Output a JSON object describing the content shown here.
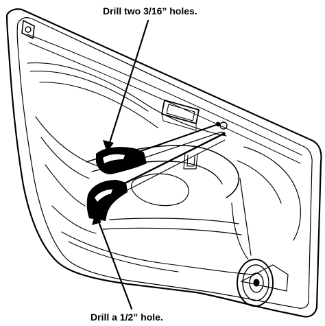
{
  "callouts": {
    "top": "Drill two 3/16” holes.",
    "bottom": "Drill a 1/2” hole."
  },
  "colors": {
    "ink": "#000000",
    "paper": "#ffffff"
  },
  "parts": {
    "panel": "door-trim-panel",
    "handle": "door-handle-recess",
    "speaker": "door-speaker",
    "tool": "drill-tool"
  }
}
